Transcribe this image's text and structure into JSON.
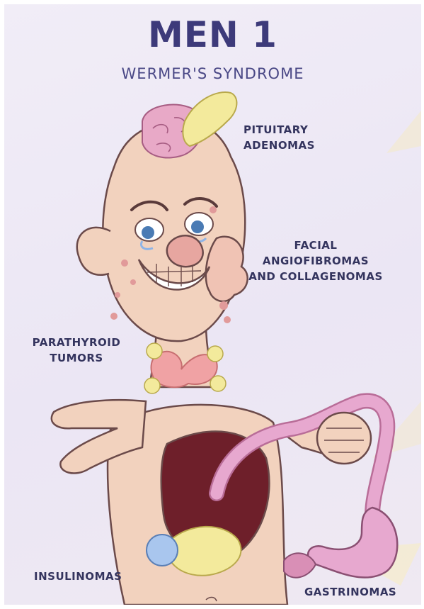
{
  "title": "MEN 1",
  "subtitle": "WERMER'S SYNDROME",
  "labels": {
    "pituitary": "PITUITARY\nADENOMAS",
    "facial": "FACIAL\nANGIOFIBROMAS\nAND COLLAGENOMAS",
    "parathyroid": "PARATHYROID\nTUMORS",
    "insulinomas": "INSULINOMAS",
    "gastrinomas": "GASTRINOMAS"
  },
  "colors": {
    "skin": "#f2d2be",
    "outline": "#6b4a4a",
    "brain": "#e8a9c7",
    "gland": "#f3ea9c",
    "gut": "#e7a8cf",
    "text": "#34345e"
  }
}
